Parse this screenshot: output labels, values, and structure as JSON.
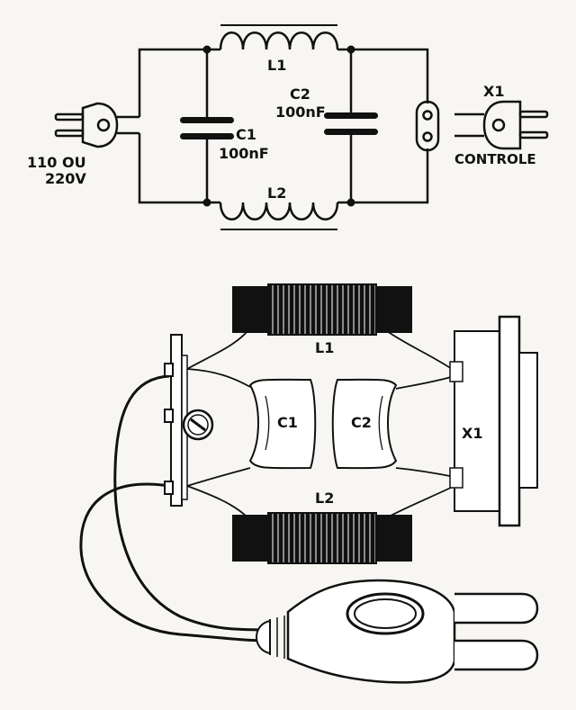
{
  "schematic": {
    "L1": "L1",
    "L2": "L2",
    "C1": "C1",
    "C1_value": "100nF",
    "C2": "C2",
    "C2_value": "100nF",
    "X1": "X1",
    "controle": "CONTROLE",
    "voltage_line1": "110 OU",
    "voltage_line2": "220V"
  },
  "assembly": {
    "L1": "L1",
    "L2": "L2",
    "C1": "C1",
    "C2": "C2",
    "X1": "X1"
  }
}
